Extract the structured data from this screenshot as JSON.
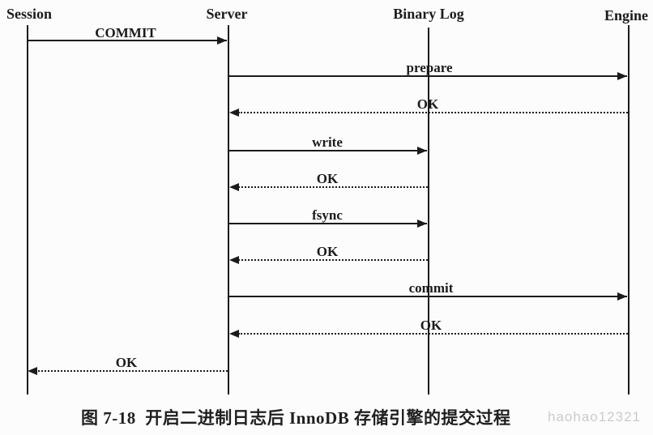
{
  "diagram": {
    "actors": [
      {
        "id": "session",
        "label": "Session"
      },
      {
        "id": "server",
        "label": "Server"
      },
      {
        "id": "binary-log",
        "label": "Binary Log"
      },
      {
        "id": "engine",
        "label": "Engine"
      }
    ],
    "messages": [
      {
        "label": "COMMIT",
        "from": "session",
        "to": "server",
        "line_style": "solid"
      },
      {
        "label": "prepare",
        "from": "server",
        "to": "engine",
        "line_style": "solid"
      },
      {
        "label": "OK",
        "from": "engine",
        "to": "server",
        "line_style": "dotted"
      },
      {
        "label": "write",
        "from": "server",
        "to": "binary-log",
        "line_style": "solid"
      },
      {
        "label": "OK",
        "from": "binary-log",
        "to": "server",
        "line_style": "dotted"
      },
      {
        "label": "fsync",
        "from": "server",
        "to": "binary-log",
        "line_style": "solid"
      },
      {
        "label": "OK",
        "from": "binary-log",
        "to": "server",
        "line_style": "dotted"
      },
      {
        "label": "commit",
        "from": "server",
        "to": "engine",
        "line_style": "solid"
      },
      {
        "label": "OK",
        "from": "engine",
        "to": "server",
        "line_style": "dotted"
      },
      {
        "label": "OK",
        "from": "server",
        "to": "session",
        "line_style": "dotted"
      }
    ]
  },
  "caption": {
    "text": "图 7-18  开启二进制日志后 InnoDB 存储引擎的提交过程"
  },
  "watermark": {
    "text": "haohao12321"
  },
  "colors": {
    "ink": "#1b1b1b",
    "background": "#fcfcfc",
    "watermark": "#c6c6c6"
  }
}
